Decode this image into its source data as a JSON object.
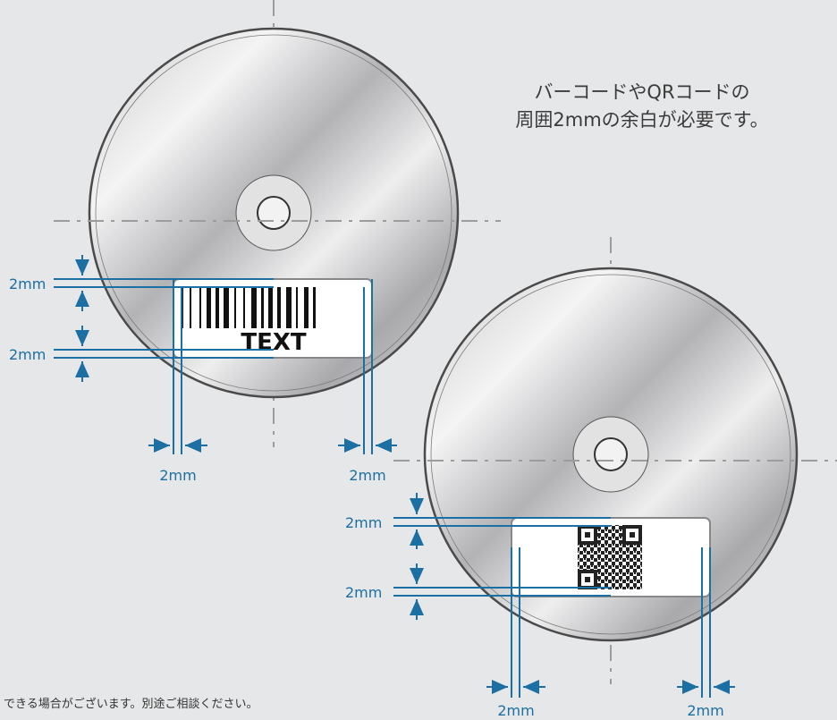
{
  "caption": {
    "line1": "バーコードやQRコードの",
    "line2": "周囲2mmの余白が必要です。"
  },
  "barcode_disc": {
    "label_text": "TEXT",
    "margin_top": "2mm",
    "margin_bottom": "2mm",
    "margin_left": "2mm",
    "margin_right": "2mm"
  },
  "qr_disc": {
    "margin_top": "2mm",
    "margin_bottom": "2mm",
    "margin_left": "2mm",
    "margin_right": "2mm"
  },
  "footnote": "できる場合がございます。別途ご相談ください。",
  "colors": {
    "dimension": "#1b6fa3",
    "guide": "#9c9c9c",
    "disc_edge": "#4a4a4a",
    "background": "#e6e7e8"
  }
}
